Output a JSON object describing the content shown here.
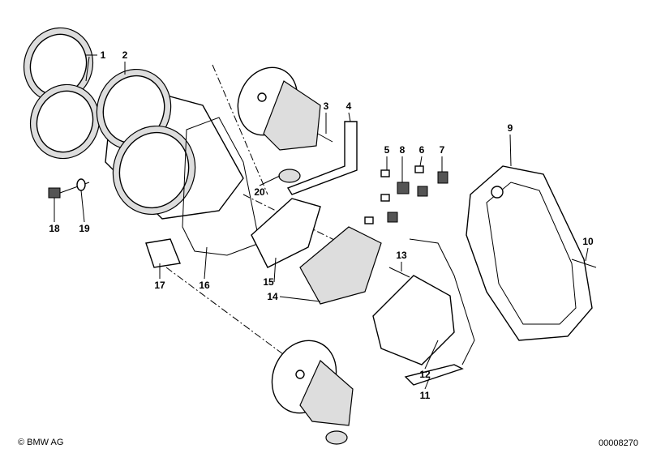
{
  "diagram": {
    "part_numbers": [
      "1",
      "2",
      "3",
      "4",
      "5",
      "6",
      "7",
      "8",
      "9",
      "10",
      "11",
      "12",
      "13",
      "14",
      "15",
      "16",
      "17",
      "18",
      "19",
      "20"
    ]
  },
  "footer": {
    "copyright": "© BMW AG",
    "image_code": "00008270"
  }
}
